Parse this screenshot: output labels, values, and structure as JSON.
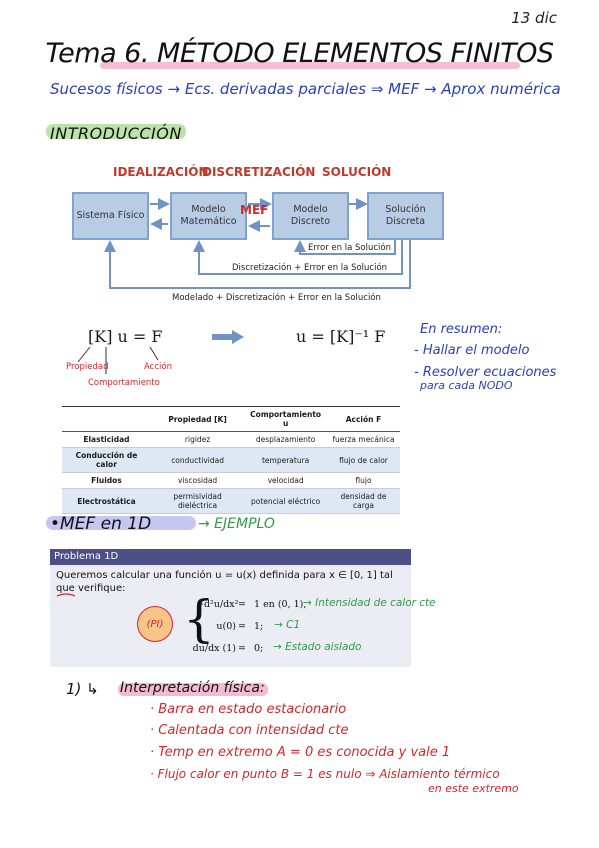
{
  "page": {
    "date": "13 dic",
    "title": "Tema 6. MÉTODO ELEMENTOS FINITOS",
    "flow": "Sucesos físicos → Ecs. derivadas parciales ⇒ MEF → Aprox numérica",
    "intro_heading": "INTRODUCCIÓN"
  },
  "diagram": {
    "stages": [
      "IDEALIZACIÓN",
      "DISCRETIZACIÓN",
      "SOLUCIÓN"
    ],
    "boxes": [
      "Sistema Físico",
      "Modelo Matemático",
      "Modelo Discreto",
      "Solución Discreta"
    ],
    "mef": "MEF",
    "loop1": "Error en la Solución",
    "loop2": "Discretización + Error en la Solución",
    "loop3": "Modelado + Discretización + Error en la Solución"
  },
  "equations": {
    "left": "[K] u = F",
    "right": "u = [K]⁻¹ F",
    "label_propiedad": "Propiedad",
    "label_comportamiento": "Comportamiento",
    "label_accion": "Acción"
  },
  "summary": {
    "heading": "En resumen:",
    "items": [
      "- Hallar el modelo",
      "- Resolver ecuaciones",
      "para cada NODO"
    ]
  },
  "table": {
    "headers": [
      "",
      "Propiedad [K]",
      "Comportamiento u",
      "Acción F"
    ],
    "rows": [
      [
        "Elasticidad",
        "rigidez",
        "desplazamiento",
        "fuerza mecánica"
      ],
      [
        "Conducción de calor",
        "conductividad",
        "temperatura",
        "flujo de calor"
      ],
      [
        "Fluidos",
        "viscosidad",
        "velocidad",
        "flujo"
      ],
      [
        "Electrostática",
        "permisividad dieléctrica",
        "potencial eléctrico",
        "densidad de carga"
      ]
    ]
  },
  "mef1d": {
    "heading": "•MEF en 1D",
    "arrow_note": "→ EJEMPLO"
  },
  "problem": {
    "header": "Problema 1D",
    "intro": "Queremos calcular una función u = u(x) definida para x ∈ [0, 1] tal que verifique:",
    "pi_label": "(PI)",
    "lines": [
      {
        "lhs": "−d²u/dx²",
        "rhs": "1 en (0, 1),",
        "note": "→ Intensidad de calor cte"
      },
      {
        "lhs": "u(0)",
        "rhs": "1;",
        "note": "→ C1"
      },
      {
        "lhs": "du/dx (1)",
        "rhs": "0;",
        "note": "→ Estado aislado"
      }
    ]
  },
  "interpretation": {
    "number": "1) ↳",
    "heading": "Interpretación física:",
    "items": [
      "· Barra en estado estacionario",
      "· Calentada con intensidad cte",
      "· Temp en extremo A = 0 es conocida y vale 1",
      "· Flujo calor en punto B = 1 es nulo ⇒ Aislamiento térmico",
      "en este extremo"
    ]
  }
}
